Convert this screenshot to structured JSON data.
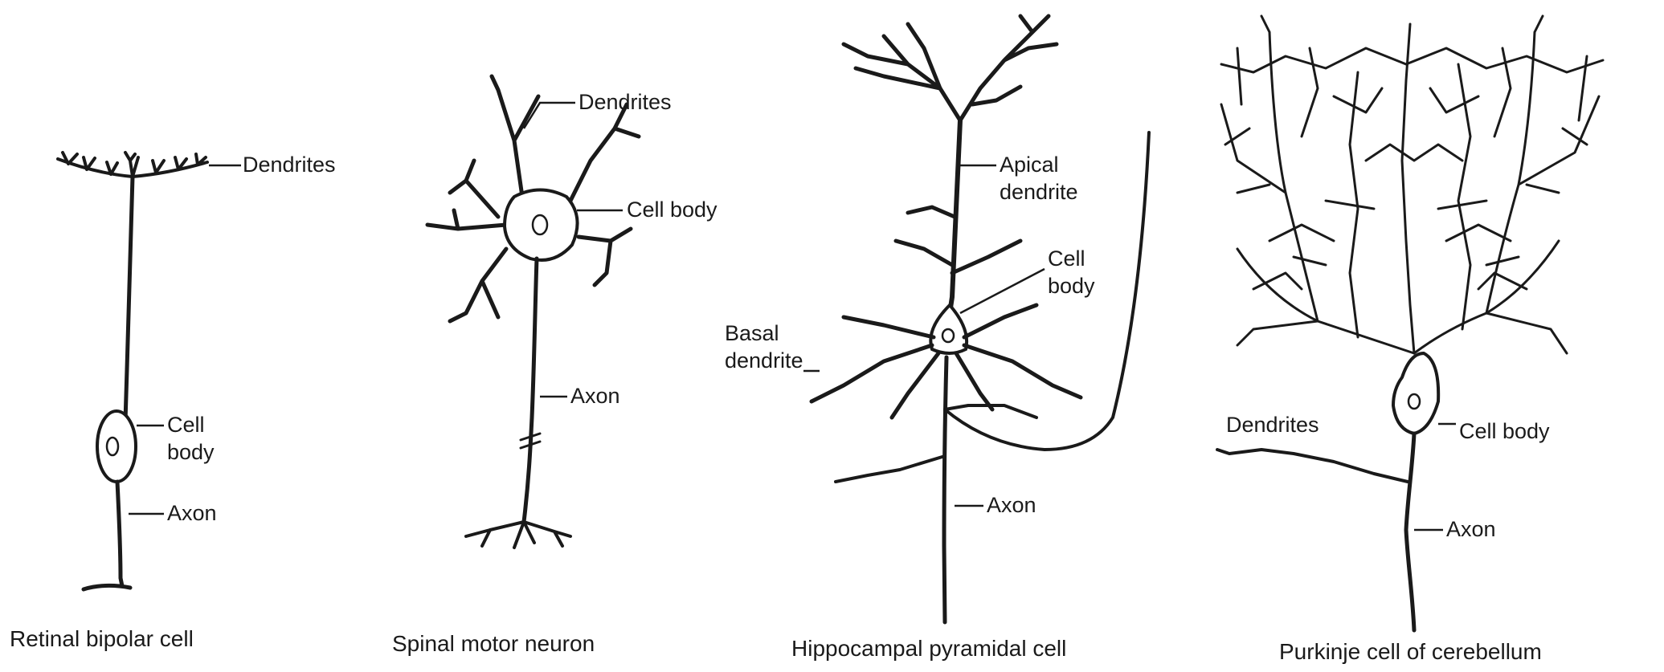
{
  "panels": [
    {
      "caption": "Retinal bipolar cell",
      "labels": {
        "dendrites": "Dendrites",
        "cell_body": "Cell\nbody",
        "axon": "Axon"
      }
    },
    {
      "caption": "Spinal motor neuron",
      "labels": {
        "dendrites": "Dendrites",
        "cell_body": "Cell body",
        "axon": "Axon"
      }
    },
    {
      "caption": "Hippocampal pyramidal cell",
      "labels": {
        "apical_dendrite": "Apical\ndendrite",
        "cell_body": "Cell\nbody",
        "basal_dendrite": "Basal\ndendrite",
        "axon": "Axon"
      }
    },
    {
      "caption": "Purkinje cell of cerebellum",
      "labels": {
        "dendrites": "Dendrites",
        "cell_body": "Cell body",
        "axon": "Axon"
      }
    }
  ],
  "colors": {
    "ink": "#1a1a1a",
    "background": "#ffffff"
  }
}
